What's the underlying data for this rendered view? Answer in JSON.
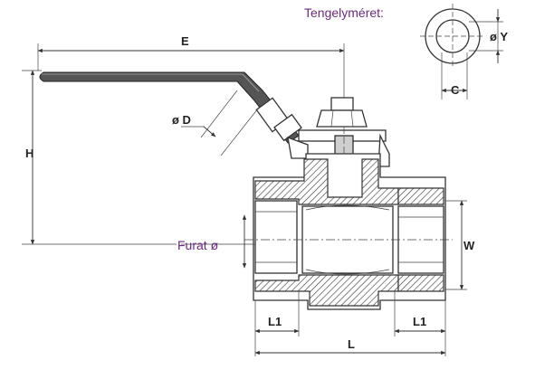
{
  "labels": {
    "shaft_size": "Tengelyméret:",
    "dia_y": "ø Y",
    "c": "C",
    "e": "E",
    "dia_d": "ø D",
    "h": "H",
    "bore": "Furat ø",
    "w": "W",
    "l1_left": "L1",
    "l1_right": "L1",
    "l": "L"
  },
  "colors": {
    "accent_text": "#6a2c7a",
    "line": "#333333",
    "hatch": "#333333"
  }
}
